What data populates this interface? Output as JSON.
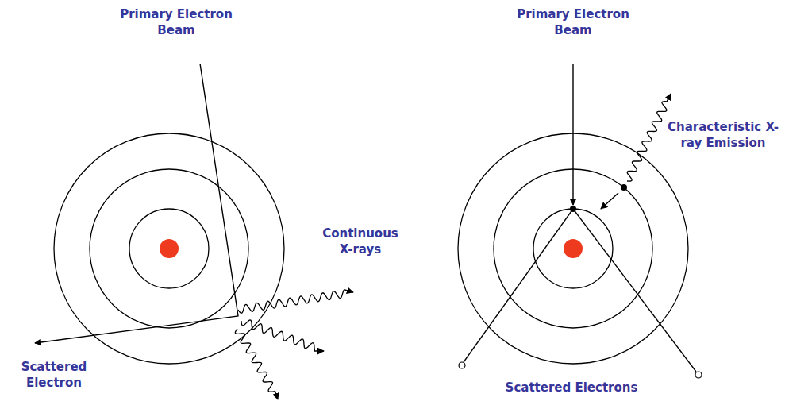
{
  "diagram": {
    "labels": [
      "Primary Electron Beam",
      "Continuous X-rays",
      "Scattered Electron",
      "Primary Electron Beam",
      "Characteristic X-ray Emission",
      "Scattered Electrons"
    ]
  }
}
